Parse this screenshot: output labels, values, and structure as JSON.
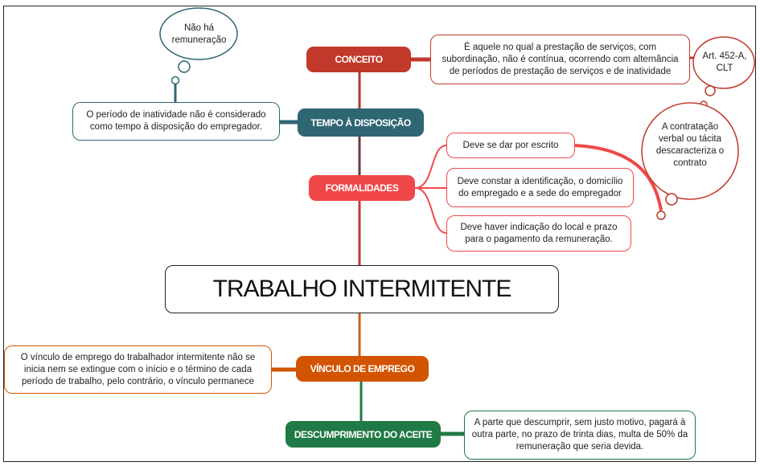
{
  "title": "TRABALHO INTERMITENTE",
  "colors": {
    "conceito": "#c0392b",
    "tempo": "#2f6674",
    "formalidades": "#f04848",
    "vinculo": "#d35400",
    "descumprimento": "#1f7a45"
  },
  "branches": {
    "conceito": {
      "label": "CONCEITO",
      "text": "É aquele no qual a prestação de serviços, com subordinação, não é contínua, ocorrendo com alternância de períodos de prestação de serviços e de inatividade",
      "note": "Art. 452-A, CLT"
    },
    "tempo": {
      "label": "TEMPO À DISPOSIÇÃO",
      "text": "O período de inatividade não é considerado como tempo à disposição do empregador.",
      "note": "Não há remuneração"
    },
    "formalidades": {
      "label": "FORMALIDADES",
      "items": [
        "Deve se dar por escrito",
        "Deve constar a identificação, o domicílio do empregado e a sede do empregador",
        "Deve haver indicação do local e prazo para o pagamento da remuneração."
      ],
      "note": "A contratação verbal ou tácita descaracteriza o contrato"
    },
    "vinculo": {
      "label": "VÍNCULO DE EMPREGO",
      "text": "O vínculo de emprego do trabalhador intermitente não se inicia nem se extingue com o início e o término de cada período de trabalho, pelo contrário, o vínculo permanece"
    },
    "descumprimento": {
      "label": "DESCUMPRIMENTO DO ACEITE",
      "text": "A parte que descumprir, sem justo motivo, pagará à outra parte, no prazo de trinta dias, multa de 50% da remuneração que seria devida."
    }
  }
}
